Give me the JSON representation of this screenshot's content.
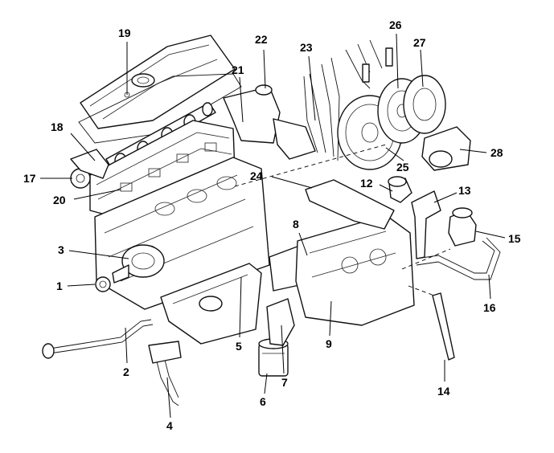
{
  "diagram": {
    "watermark": "",
    "callouts": [
      {
        "id": "1",
        "label": "1"
      },
      {
        "id": "2",
        "label": "2"
      },
      {
        "id": "3",
        "label": "3"
      },
      {
        "id": "4",
        "label": "4"
      },
      {
        "id": "5",
        "label": "5"
      },
      {
        "id": "6",
        "label": "6"
      },
      {
        "id": "7",
        "label": "7"
      },
      {
        "id": "8",
        "label": "8"
      },
      {
        "id": "9",
        "label": "9"
      },
      {
        "id": "12",
        "label": "12"
      },
      {
        "id": "13",
        "label": "13"
      },
      {
        "id": "14",
        "label": "14"
      },
      {
        "id": "15",
        "label": "15"
      },
      {
        "id": "16",
        "label": "16"
      },
      {
        "id": "17",
        "label": "17"
      },
      {
        "id": "18",
        "label": "18"
      },
      {
        "id": "19",
        "label": "19"
      },
      {
        "id": "20",
        "label": "20"
      },
      {
        "id": "21",
        "label": "21"
      },
      {
        "id": "22",
        "label": "22"
      },
      {
        "id": "23",
        "label": "23"
      },
      {
        "id": "24",
        "label": "24"
      },
      {
        "id": "25",
        "label": "25"
      },
      {
        "id": "26",
        "label": "26"
      },
      {
        "id": "27",
        "label": "27"
      },
      {
        "id": "28",
        "label": "28"
      }
    ]
  }
}
